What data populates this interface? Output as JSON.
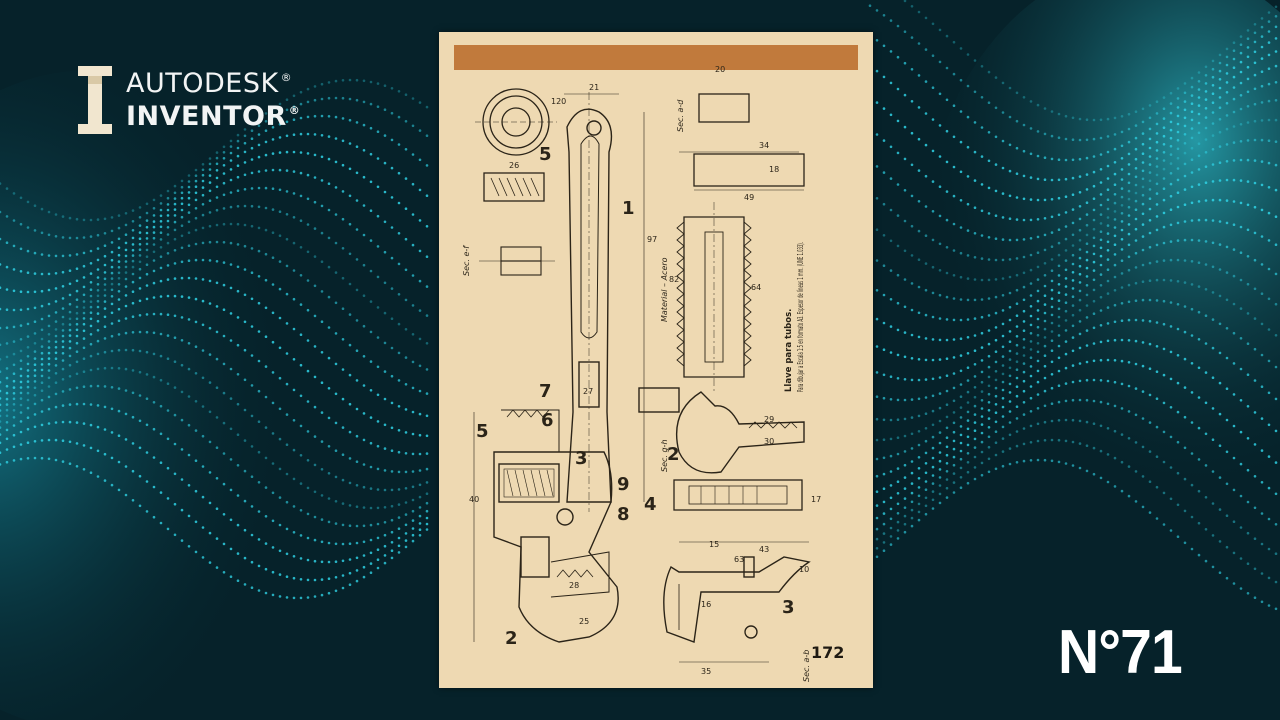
{
  "brand": {
    "line1": "AUTODESK",
    "line2": "INVENTOR",
    "registered": "®"
  },
  "sheet": {
    "page_number": "172",
    "description_title": "Llave para tubos.",
    "description_text": "Para dibujar a Escala 1:5 en formato A3. Espesor de líneas 1 mm. (UNE 1.033).",
    "material_label": "Material – Acero",
    "part_labels": [
      "1",
      "2",
      "3",
      "4",
      "5",
      "6",
      "7",
      "8",
      "9"
    ],
    "section_labels": [
      "Sec. a-d",
      "Sec. g-h",
      "Sec. e-f",
      "Sec. a-b"
    ],
    "dimensions": [
      "120",
      "21",
      "26",
      "97",
      "82",
      "64",
      "20",
      "49",
      "34",
      "18",
      "16",
      "63",
      "43",
      "35",
      "25",
      "40",
      "10",
      "15",
      "30",
      "29",
      "27",
      "28",
      "17"
    ]
  },
  "episode": {
    "label": "N°71"
  },
  "colors": {
    "background": "#06222a",
    "wave": "#2fd3e6",
    "paper": "#eed9b2",
    "paper_bar": "#c17a3c",
    "ink": "#2b2418"
  }
}
